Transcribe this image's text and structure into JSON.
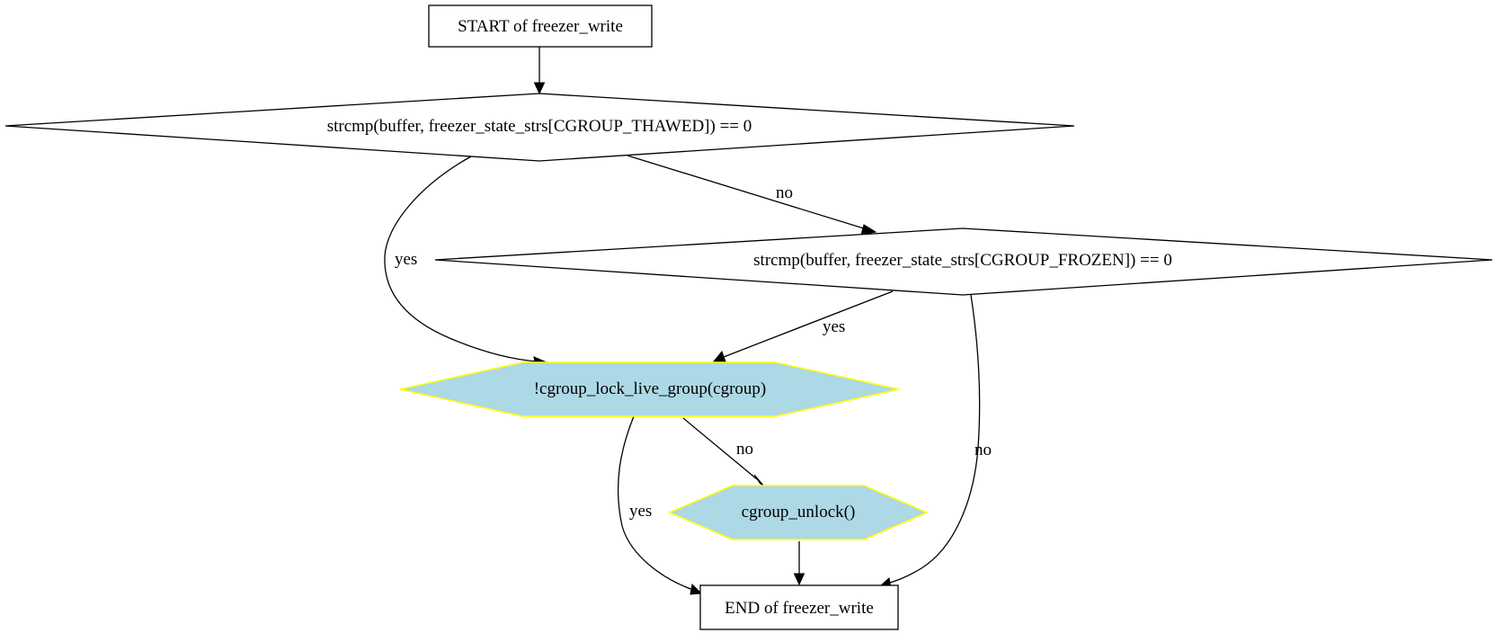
{
  "colors": {
    "hexagon_fill": "#add8e6",
    "hexagon_stroke": "#ffff00",
    "edge": "#000000"
  },
  "nodes": {
    "start": {
      "label": "START of freezer_write",
      "shape": "box"
    },
    "check_thawed": {
      "label": "strcmp(buffer, freezer_state_strs[CGROUP_THAWED]) == 0",
      "shape": "diamond"
    },
    "check_frozen": {
      "label": "strcmp(buffer, freezer_state_strs[CGROUP_FROZEN]) == 0",
      "shape": "diamond"
    },
    "lock_group": {
      "label": "!cgroup_lock_live_group(cgroup)",
      "shape": "hexagon"
    },
    "unlock": {
      "label": "cgroup_unlock()",
      "shape": "hexagon"
    },
    "end": {
      "label": "END of freezer_write",
      "shape": "box"
    }
  },
  "edges": [
    {
      "id": "e1",
      "from": "start",
      "to": "check_thawed",
      "label": ""
    },
    {
      "id": "e2",
      "from": "check_thawed",
      "to": "lock_group",
      "label": "yes"
    },
    {
      "id": "e3",
      "from": "check_thawed",
      "to": "check_frozen",
      "label": "no"
    },
    {
      "id": "e4",
      "from": "check_frozen",
      "to": "lock_group",
      "label": "yes"
    },
    {
      "id": "e5",
      "from": "check_frozen",
      "to": "end",
      "label": "no"
    },
    {
      "id": "e6",
      "from": "lock_group",
      "to": "end",
      "label": "yes"
    },
    {
      "id": "e7",
      "from": "lock_group",
      "to": "unlock",
      "label": "no"
    },
    {
      "id": "e8",
      "from": "unlock",
      "to": "end",
      "label": ""
    }
  ]
}
